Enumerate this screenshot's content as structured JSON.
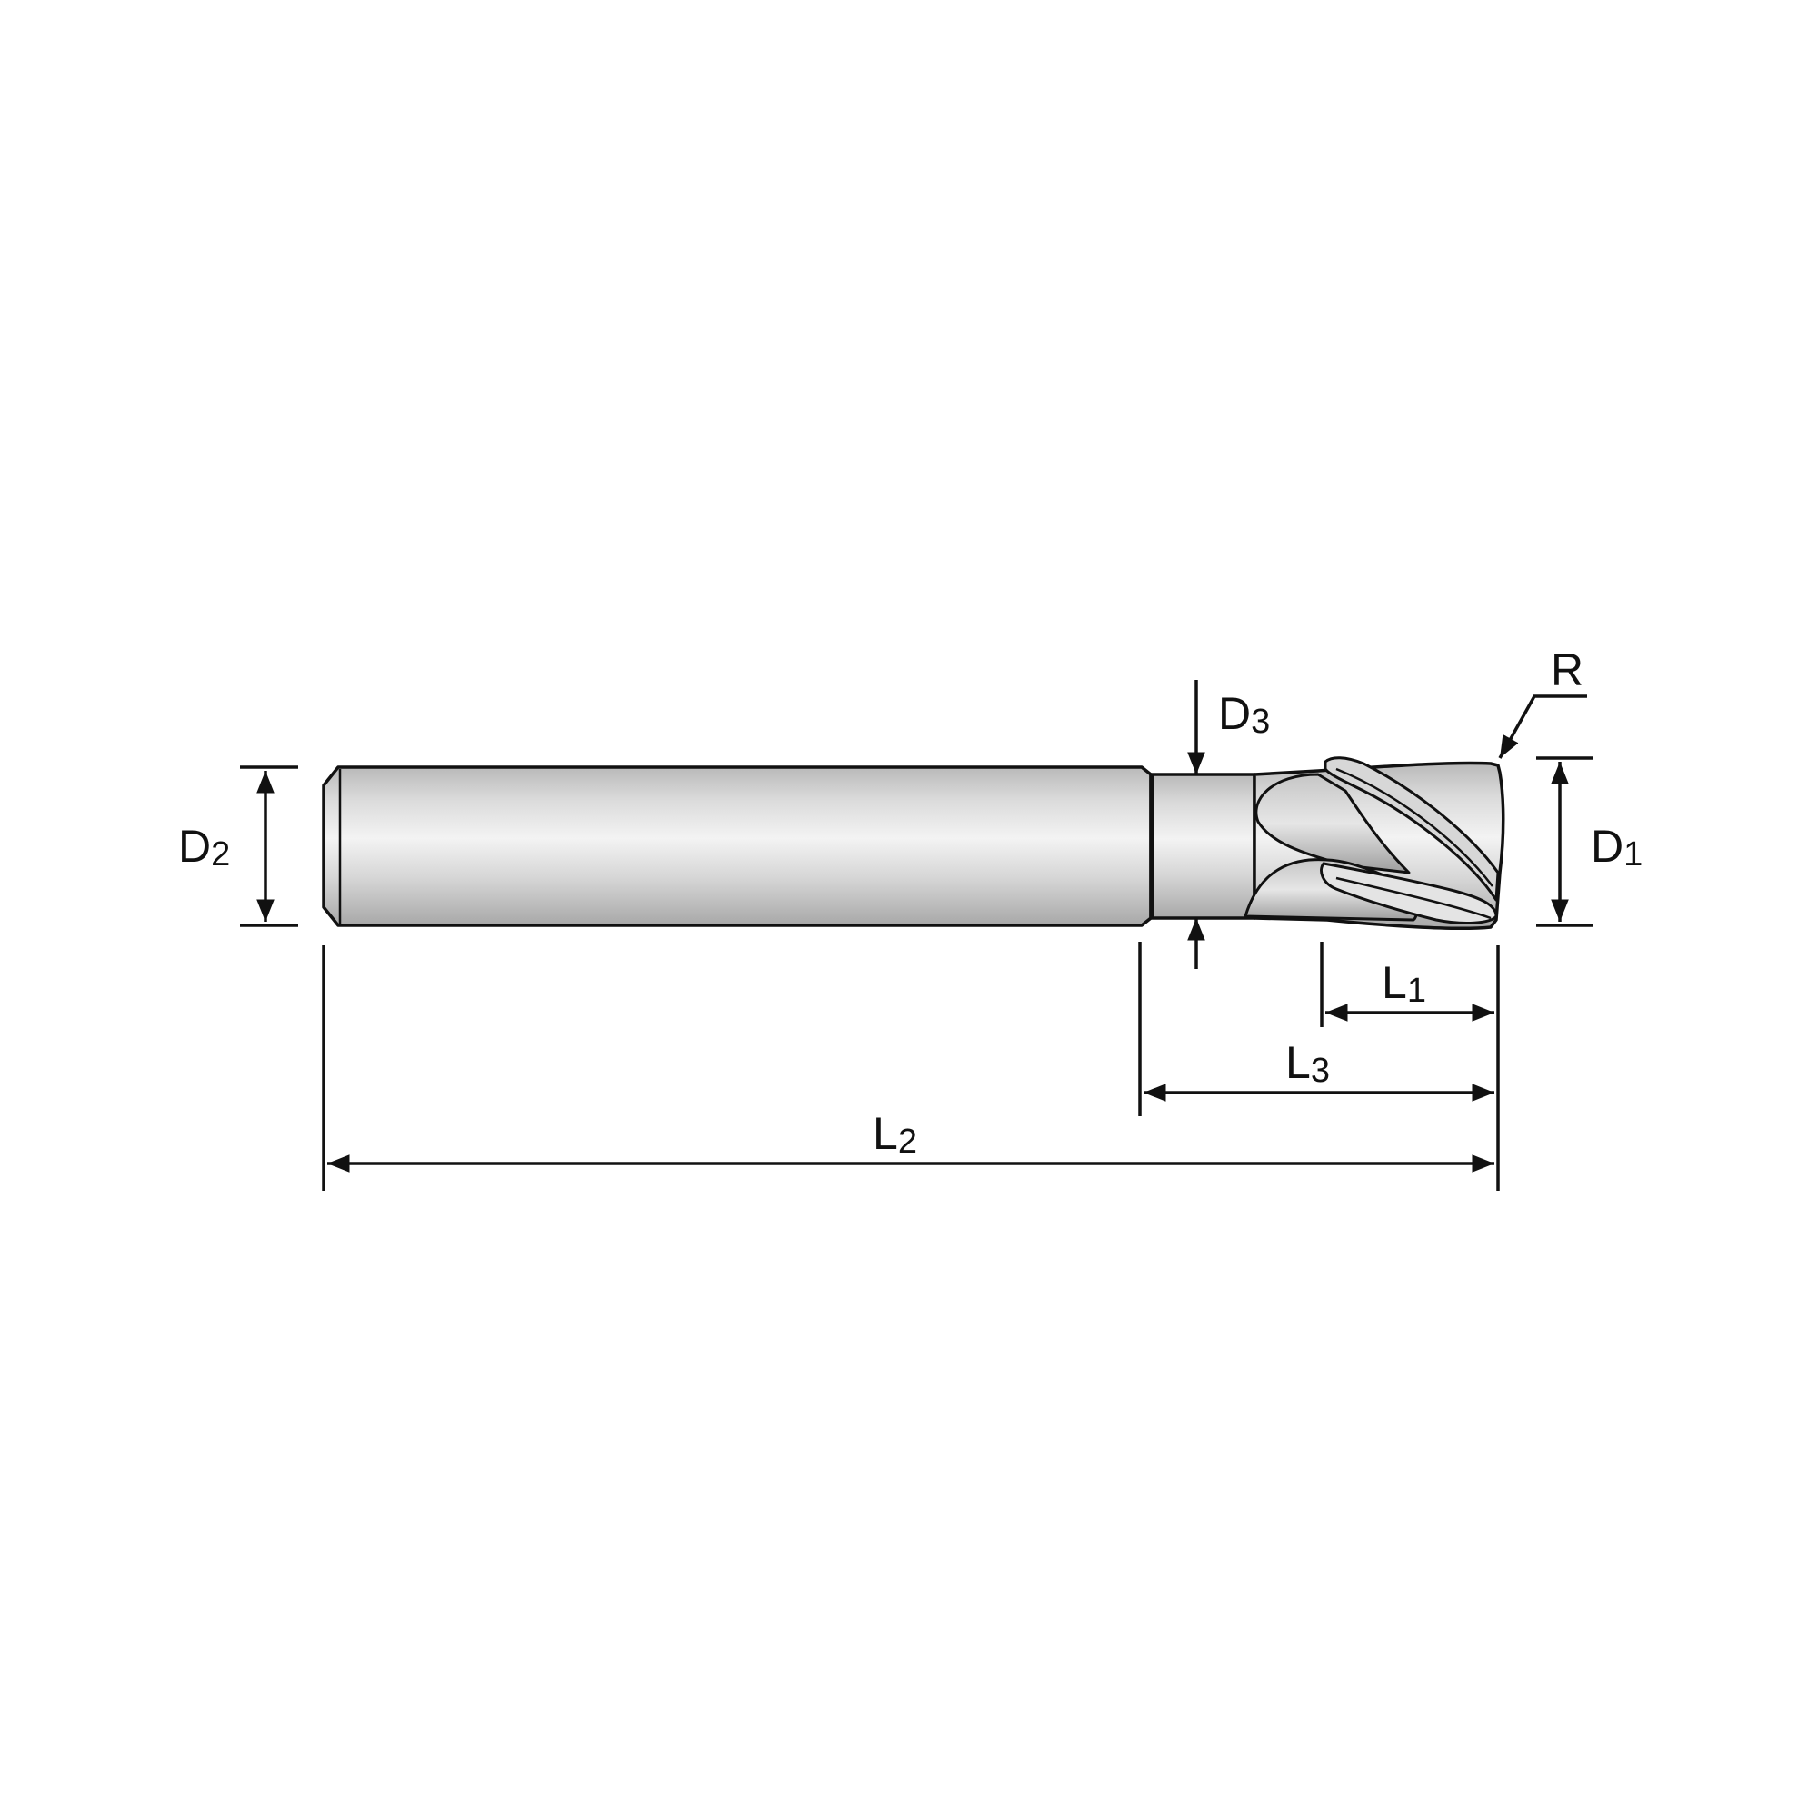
{
  "labels": {
    "d1": {
      "main": "D",
      "sub": "1"
    },
    "d2": {
      "main": "D",
      "sub": "2"
    },
    "d3": {
      "main": "D",
      "sub": "3"
    },
    "l1": {
      "main": "L",
      "sub": "1"
    },
    "l2": {
      "main": "L",
      "sub": "2"
    },
    "l3": {
      "main": "L",
      "sub": "3"
    },
    "r": "R"
  },
  "colors": {
    "line": "#111111",
    "body_light": "#f2f2f2",
    "body_mid": "#cfcfcf",
    "body_dark": "#9a9a9a",
    "background": "#ffffff"
  }
}
